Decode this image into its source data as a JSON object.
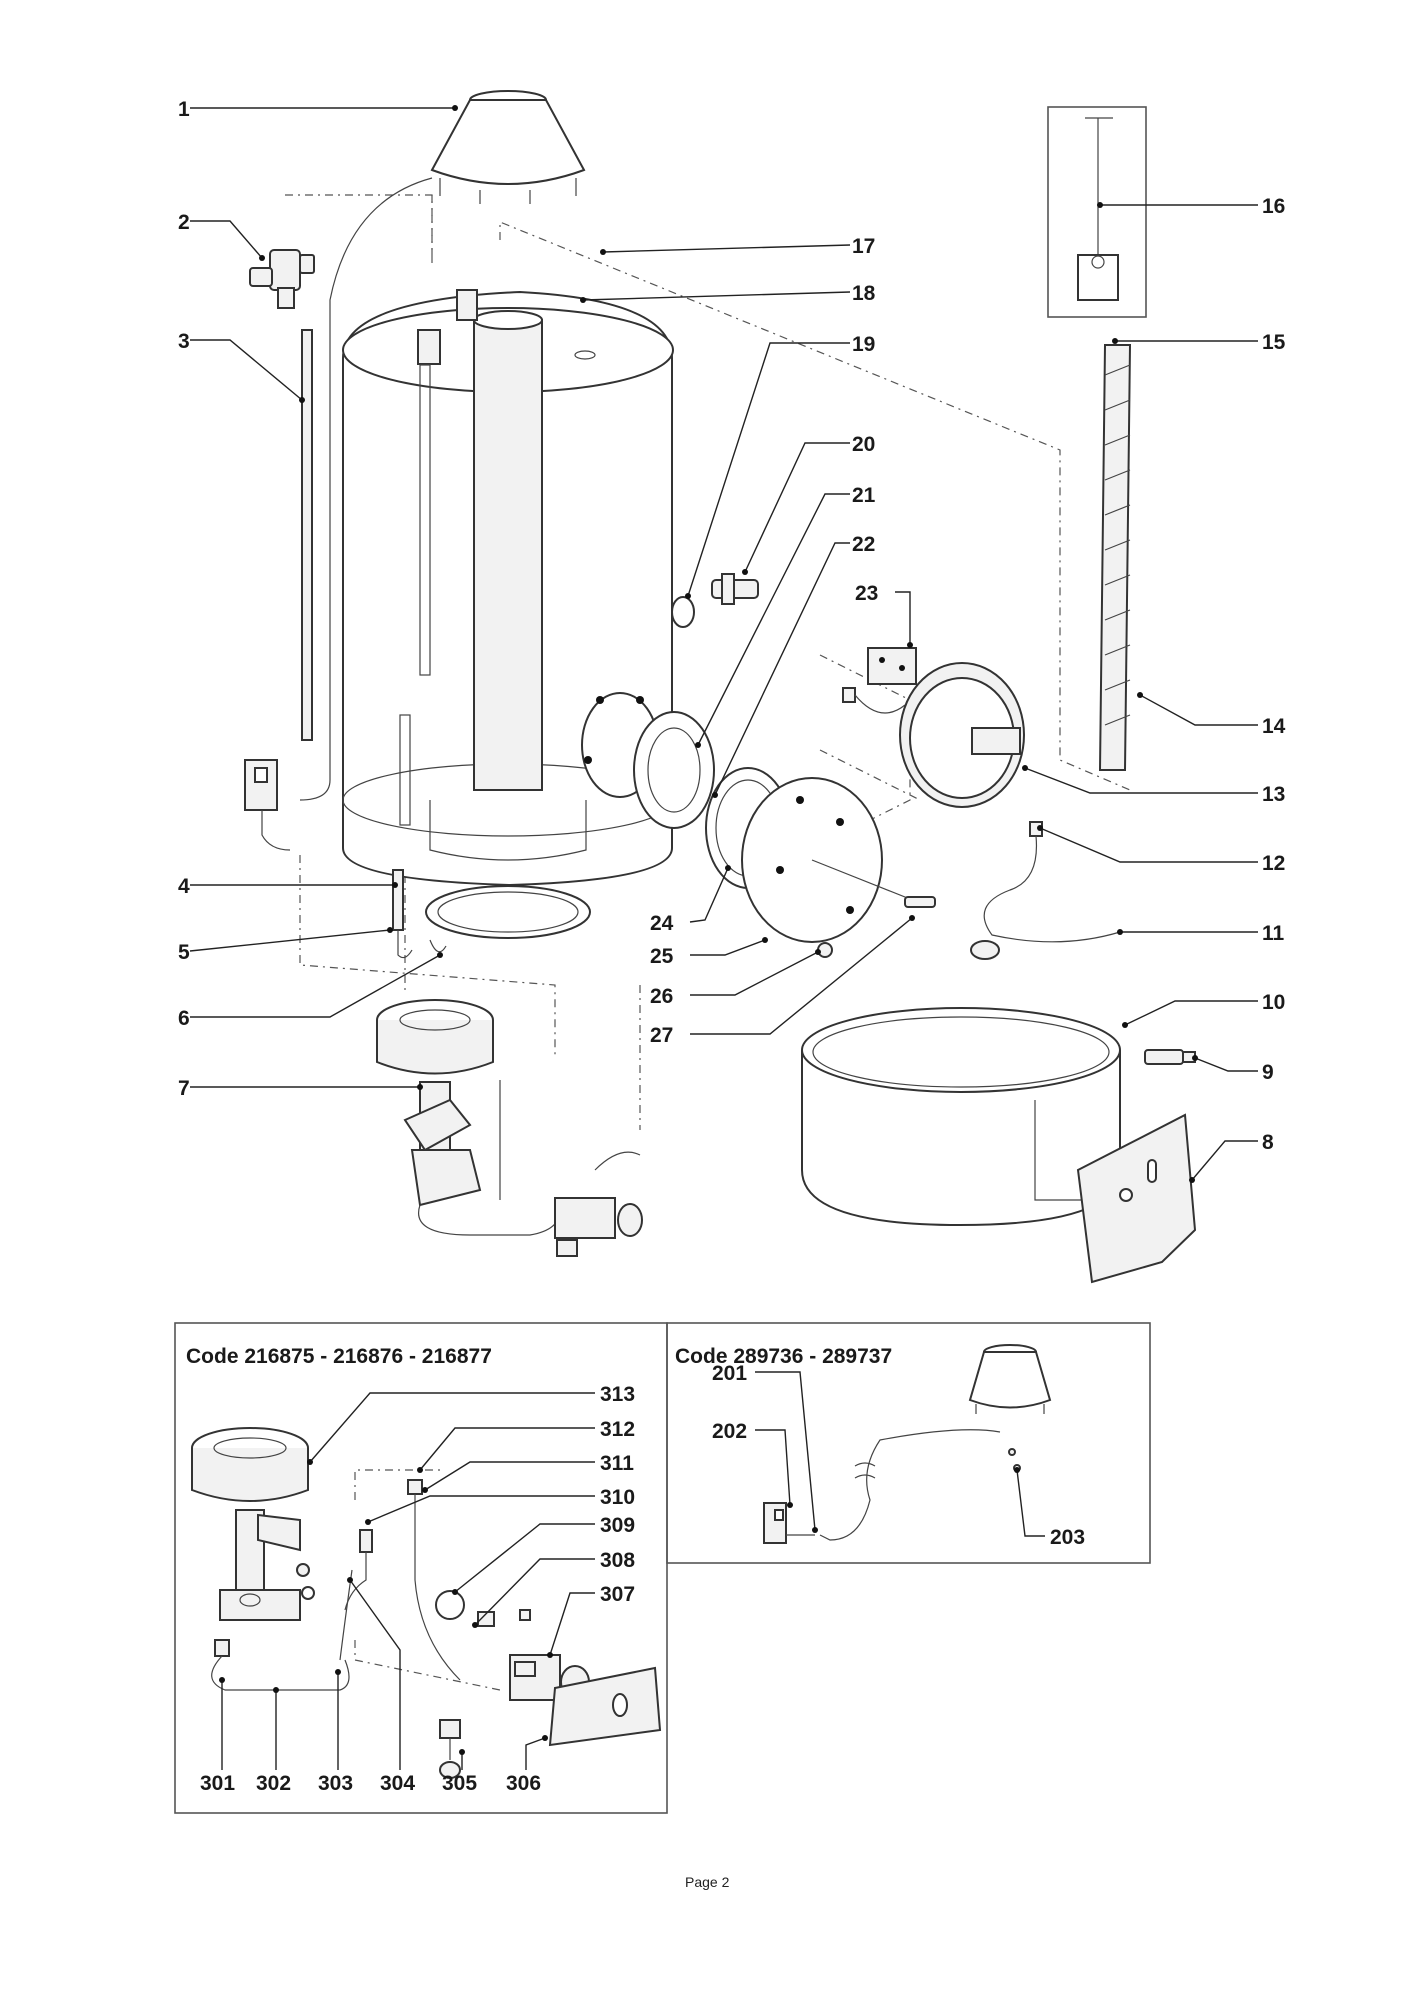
{
  "callouts_main": {
    "c1": "1",
    "c2": "2",
    "c3": "3",
    "c4": "4",
    "c5": "5",
    "c6": "6",
    "c7": "7",
    "c8": "8",
    "c9": "9",
    "c10": "10",
    "c11": "11",
    "c12": "12",
    "c13": "13",
    "c14": "14",
    "c15": "15",
    "c16": "16",
    "c17": "17",
    "c18": "18",
    "c19": "19",
    "c20": "20",
    "c21": "21",
    "c22": "22",
    "c23": "23",
    "c24": "24",
    "c25": "25",
    "c26": "26",
    "c27": "27"
  },
  "inset_left": {
    "title": "Code 216875 - 216876 - 216877",
    "callouts": {
      "c301": "301",
      "c302": "302",
      "c303": "303",
      "c304": "304",
      "c305": "305",
      "c306": "306",
      "c307": "307",
      "c308": "308",
      "c309": "309",
      "c310": "310",
      "c311": "311",
      "c312": "312",
      "c313": "313"
    }
  },
  "inset_right": {
    "title": "Code 289736 - 289737",
    "callouts": {
      "c201": "201",
      "c202": "202",
      "c203": "203"
    }
  },
  "footer": {
    "page": "Page 2"
  }
}
